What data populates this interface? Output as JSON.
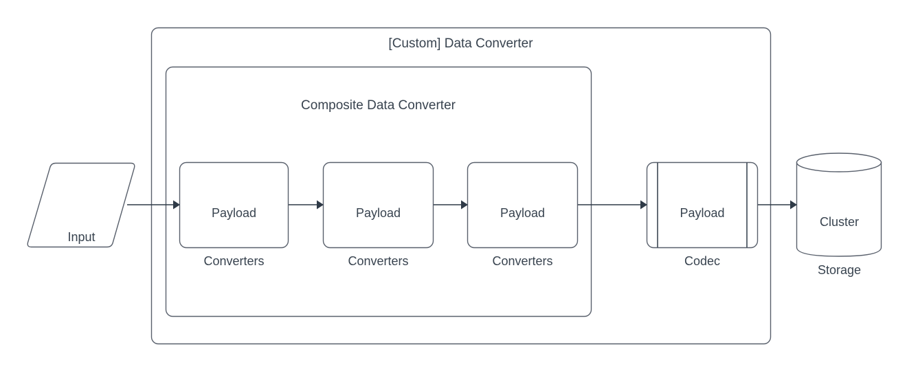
{
  "diagram": {
    "title": "[Custom] Data Converter",
    "background_color": "#ffffff",
    "stroke_color": "#59606c",
    "connector_color": "#2f3a47",
    "text_color": "#38434f",
    "containers": [
      {
        "id": "custom-data-converter",
        "label": "[Custom] Data Converter",
        "shape": "rounded-rectangle"
      },
      {
        "id": "composite-data-converter",
        "label": "Composite Data Converter",
        "shape": "rounded-rectangle"
      }
    ],
    "nodes": [
      {
        "id": "input",
        "label": "Input",
        "shape": "parallelogram"
      },
      {
        "id": "payload-converters-1",
        "label_line1": "Payload",
        "label_line2": "Converters",
        "shape": "rounded-rectangle"
      },
      {
        "id": "payload-converters-2",
        "label_line1": "Payload",
        "label_line2": "Converters",
        "shape": "rounded-rectangle"
      },
      {
        "id": "payload-converters-3",
        "label_line1": "Payload",
        "label_line2": "Converters",
        "shape": "rounded-rectangle"
      },
      {
        "id": "payload-codec",
        "label_line1": "Payload",
        "label_line2": "Codec",
        "shape": "process"
      },
      {
        "id": "cluster-storage",
        "label_line1": "Cluster",
        "label_line2": "Storage",
        "shape": "cylinder"
      }
    ],
    "edges": [
      {
        "from": "input",
        "to": "payload-converters-1"
      },
      {
        "from": "payload-converters-1",
        "to": "payload-converters-2"
      },
      {
        "from": "payload-converters-2",
        "to": "payload-converters-3"
      },
      {
        "from": "payload-converters-3",
        "to": "payload-codec"
      },
      {
        "from": "payload-codec",
        "to": "cluster-storage"
      }
    ]
  }
}
